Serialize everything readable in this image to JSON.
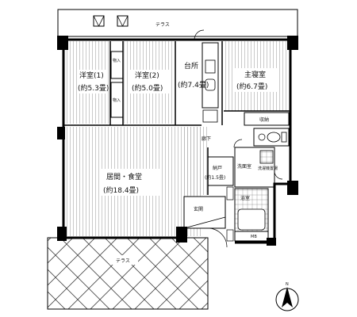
{
  "labels": {
    "terrace_top": "テラス",
    "terrace_bottom": "テラス",
    "western_room_1": "洋室(1)",
    "western_room_1_size": "(約5.3畳)",
    "western_room_2": "洋室(2)",
    "western_room_2_size": "(約5.0畳)",
    "closet_upper": "物入",
    "closet_lower": "物入",
    "kitchen_name": "台所",
    "kitchen_size": "(約7.4畳)",
    "master_bedroom": "主寝室",
    "master_bedroom_size": "(約6.7畳)",
    "wardrobe": "収納",
    "hallway": "廊下",
    "living_dining": "居間・食堂",
    "living_dining_size": "(約18.4畳)",
    "storage_room": "納戸",
    "storage_room_size": "(約1.5畳)",
    "washroom": "洗面室",
    "bathroom": "浴室",
    "entrance": "玄関",
    "washing_machine": "洗濯機置場",
    "mb": "MB",
    "north_mark": "N"
  },
  "colors": {
    "wall": "#000000",
    "floor_lines": "#555555",
    "terrace_lines": "#444444",
    "background": "#ffffff"
  }
}
